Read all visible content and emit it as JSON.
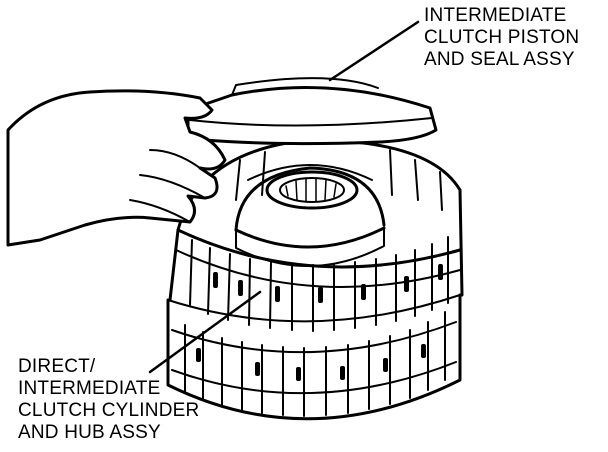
{
  "labels": {
    "piston_assembly": {
      "lines": [
        "INTERMEDIATE",
        "CLUTCH PISTON",
        "AND SEAL ASSY"
      ]
    },
    "cylinder_assembly": {
      "lines": [
        "DIRECT/",
        "INTERMEDIATE",
        "CLUTCH CYLINDER",
        "AND HUB ASSY"
      ]
    }
  },
  "colors": {
    "ink": "#000000",
    "paper": "#ffffff"
  }
}
